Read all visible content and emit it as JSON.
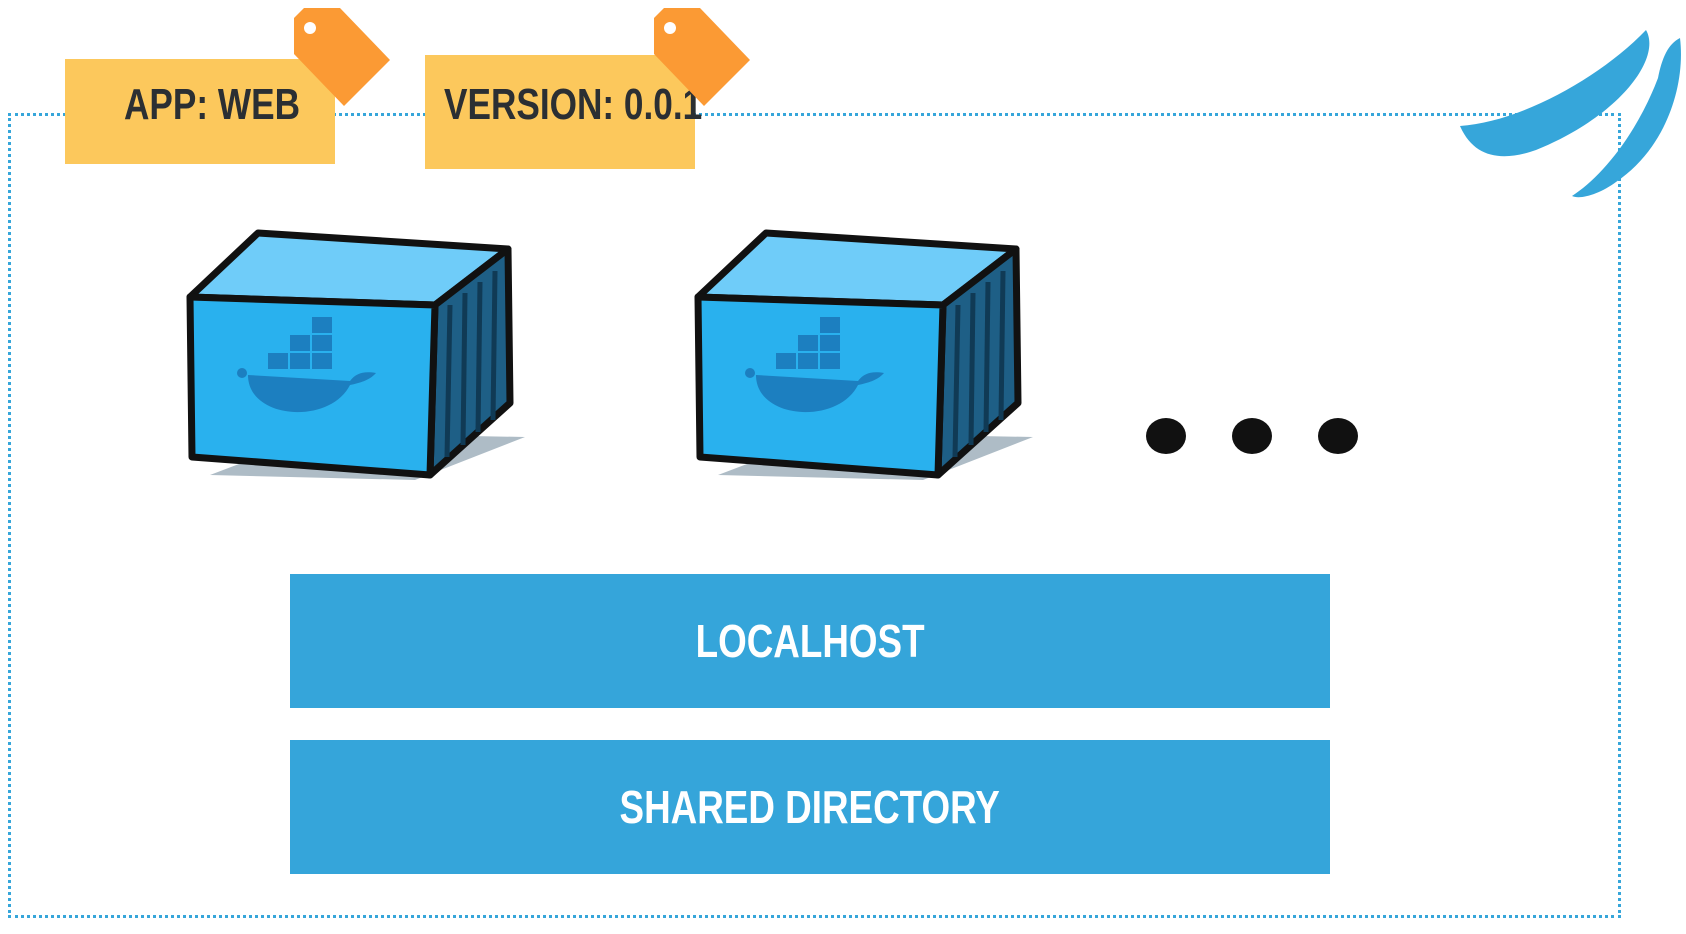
{
  "labels": [
    {
      "text": "APP: WEB"
    },
    {
      "text": "VERSION: 0.0.1"
    }
  ],
  "icons": {
    "tag": "tag-icon",
    "logo": "swoosh-logo-icon",
    "container": "docker-container-icon"
  },
  "ellipsis": "...",
  "layers": {
    "network": "LOCALHOST",
    "storage": "SHARED DIRECTORY"
  },
  "colors": {
    "pod_border": "#36a6da",
    "label_bg": "#fcc85c",
    "tag": "#fb9a34",
    "bar": "#35a5da",
    "container_front": "#29b1ee",
    "container_top": "#6fccf9",
    "container_side": "#1e5f86"
  }
}
